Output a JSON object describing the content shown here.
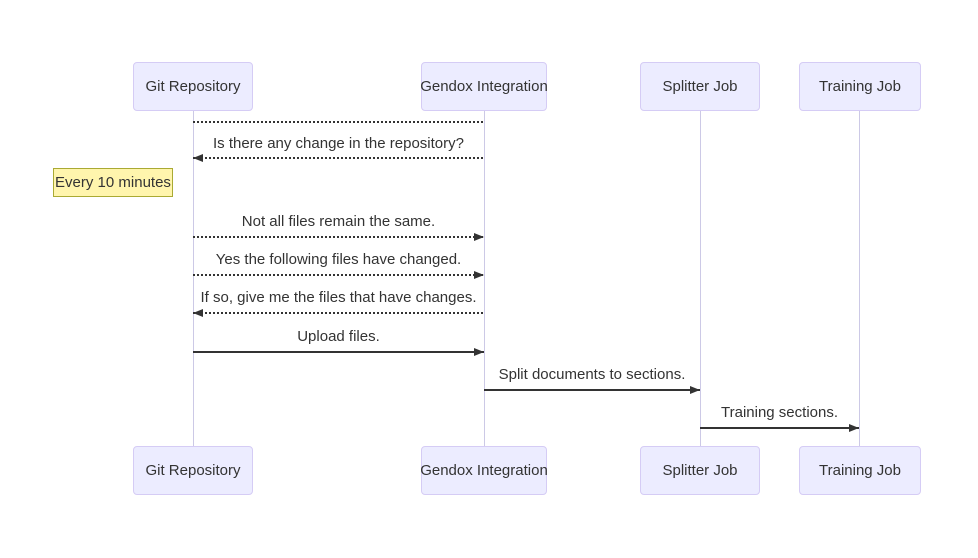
{
  "diagram": {
    "type": "sequence"
  },
  "colors": {
    "background": "#ffffff",
    "actor_fill": "#ECECFF",
    "actor_border": "#D5CCF5",
    "lifeline": "#CCC9E6",
    "note_fill": "#FFF5AD",
    "note_border": "#AAAA33",
    "text": "#333333",
    "arrow": "#333333"
  },
  "actors": [
    {
      "label": "Git Repository"
    },
    {
      "label": "Gendox Integration"
    },
    {
      "label": "Splitter Job"
    },
    {
      "label": "Training Job"
    }
  ],
  "note": {
    "text": "Every 10 minutes"
  },
  "messages": [
    {
      "from": "Git Repository",
      "to": "Gendox Integration",
      "text": "",
      "line": "dotted",
      "direction": "none"
    },
    {
      "from": "Gendox Integration",
      "to": "Git Repository",
      "text": "Is there any change in the repository?",
      "line": "dotted",
      "direction": "left"
    },
    {
      "from": "Git Repository",
      "to": "Gendox Integration",
      "text": "Not all files remain the same.",
      "line": "dotted",
      "direction": "right"
    },
    {
      "from": "Git Repository",
      "to": "Gendox Integration",
      "text": "Yes the following files have changed.",
      "line": "dotted",
      "direction": "right"
    },
    {
      "from": "Gendox Integration",
      "to": "Git Repository",
      "text": "If so, give me the files that have changes.",
      "line": "dotted",
      "direction": "left"
    },
    {
      "from": "Git Repository",
      "to": "Gendox Integration",
      "text": "Upload files.",
      "line": "solid",
      "direction": "right"
    },
    {
      "from": "Gendox Integration",
      "to": "Splitter Job",
      "text": "Split documents to sections.",
      "line": "solid",
      "direction": "right"
    },
    {
      "from": "Splitter Job",
      "to": "Training Job",
      "text": "Training sections.",
      "line": "solid",
      "direction": "right"
    }
  ]
}
